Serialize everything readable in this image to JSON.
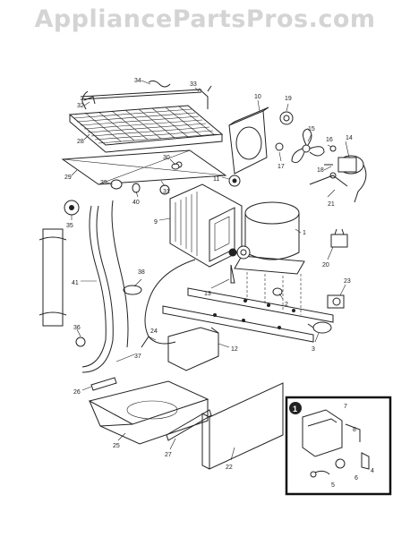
{
  "watermark": "AppliancePartsPros.com",
  "callouts": {
    "c1": "1",
    "c2": "2",
    "c3": "3",
    "c4": "4",
    "c5": "5",
    "c6": "6",
    "c7": "7",
    "c8": "8",
    "c9": "9",
    "c10": "10",
    "c11": "11",
    "c12": "12",
    "c13": "13",
    "c14": "14",
    "c15": "15",
    "c16": "16",
    "c17": "17",
    "c18": "18",
    "c19": "19",
    "c20": "20",
    "c21": "21",
    "c22": "22",
    "c23": "23",
    "c24": "24",
    "c25": "25",
    "c26": "26",
    "c27": "27",
    "c28": "28",
    "c29": "29",
    "c30": "30",
    "c31": "31",
    "c32": "32",
    "c33": "33",
    "c34": "34",
    "c35": "35",
    "c36": "36",
    "c37": "37",
    "c38": "38",
    "c39": "39",
    "c40": "40",
    "c41": "41"
  },
  "inset_marker": "1"
}
